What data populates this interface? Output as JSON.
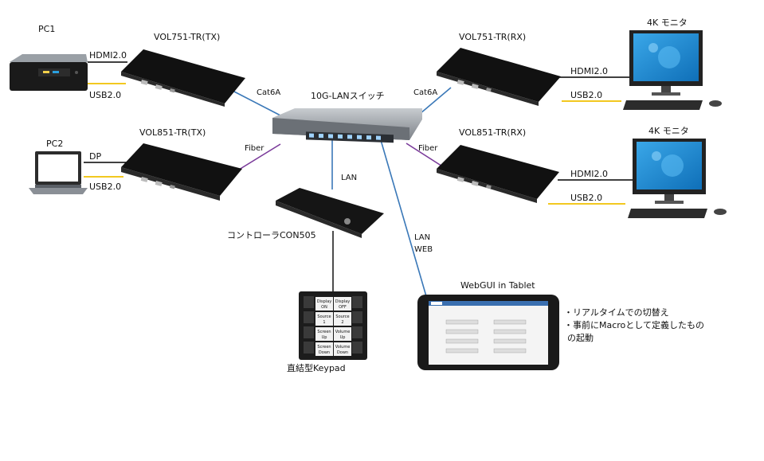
{
  "labels": {
    "pc1": "PC1",
    "pc2": "PC2",
    "tx1": "VOL751-TR(TX)",
    "tx2": "VOL851-TR(TX)",
    "rx1": "VOL751-TR(RX)",
    "rx2": "VOL851-TR(RX)",
    "switch": "10G-LANスイッチ",
    "monitor1": "4K モニタ",
    "monitor2": "4K モニタ",
    "controller": "コントローラCON505",
    "keypad": "直結型Keypad",
    "tablet": "WebGUI in Tablet"
  },
  "links": {
    "pc1_hdmi": "HDMI2.0",
    "pc1_usb": "USB2.0",
    "pc2_dp": "DP",
    "pc2_usb": "USB2.0",
    "tx1_cat": "Cat6A",
    "tx2_fiber": "Fiber",
    "rx1_cat": "Cat6A",
    "rx2_fiber": "Fiber",
    "rx1_hdmi": "HDMI2.0",
    "rx1_usb": "USB2.0",
    "rx2_hdmi": "HDMI2.0",
    "rx2_usb": "USB2.0",
    "ctrl_lan": "LAN",
    "tablet_lan": "LAN",
    "tablet_web": "WEB"
  },
  "keypad_buttons": [
    [
      "Display",
      "ON"
    ],
    [
      "Display",
      "OFF"
    ],
    [
      "Source",
      "1"
    ],
    [
      "Source",
      "2"
    ],
    [
      "Screen",
      "Up"
    ],
    [
      "Volume",
      "Up"
    ],
    [
      "Screen",
      "Down"
    ],
    [
      "Volume",
      "Down"
    ]
  ],
  "notes": {
    "line1": "・リアルタイムでの切替え",
    "line2": "・事前にMacroとして定義したもの",
    "line3": "の起動"
  },
  "colors": {
    "hdmi": "#000000",
    "usb": "#f0c000",
    "cat6a": "#3a78b8",
    "fiber": "#7a3a9a",
    "lan": "#3a78b8",
    "device": "#1c1c1c",
    "monitor_screen": "#1e8fd8"
  }
}
